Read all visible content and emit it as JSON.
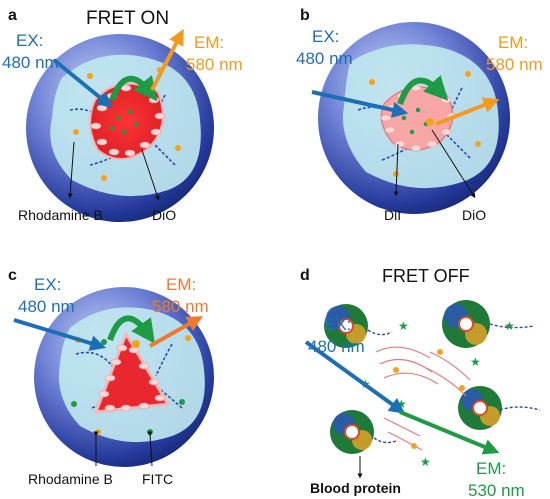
{
  "panels": {
    "a": {
      "letter": "a",
      "title": "FRET ON",
      "ex_line1": "EX:",
      "ex_line2": "480 nm",
      "em_line1": "EM:",
      "em_line2": "580 nm",
      "label_left": "Rhodamine B",
      "label_right": "DiO"
    },
    "b": {
      "letter": "b",
      "ex_line1": "EX:",
      "ex_line2": "480 nm",
      "em_line1": "EM:",
      "em_line2": "580 nm",
      "label_left": "DiI",
      "label_right": "DiO"
    },
    "c": {
      "letter": "c",
      "ex_line1": "EX:",
      "ex_line2": "480 nm",
      "em_line1": "EM:",
      "em_line2": "580 nm",
      "label_left": "Rhodamine B",
      "label_right": "FITC"
    },
    "d": {
      "letter": "d",
      "title": "FRET OFF",
      "ex_line1": "EX:",
      "ex_line2": "480 nm",
      "em_line1": "EM:",
      "em_line2": "530 nm",
      "label_protein": "Blood protein"
    }
  },
  "colors": {
    "ex_blue": "#1d6fb5",
    "em_orange": "#f39a1e",
    "em_orange_c": "#ee7a2e",
    "em_green": "#1f9a45",
    "sphere_dark": "#1c2f8c",
    "sphere_mid": "#5a6fcf",
    "triangle_fill": "#b9e3ec",
    "core_red": "#e8282e",
    "chain_blue": "#2d4aa8",
    "dye_orange": "#f5a21b",
    "fret_green": "#1c9a45"
  }
}
